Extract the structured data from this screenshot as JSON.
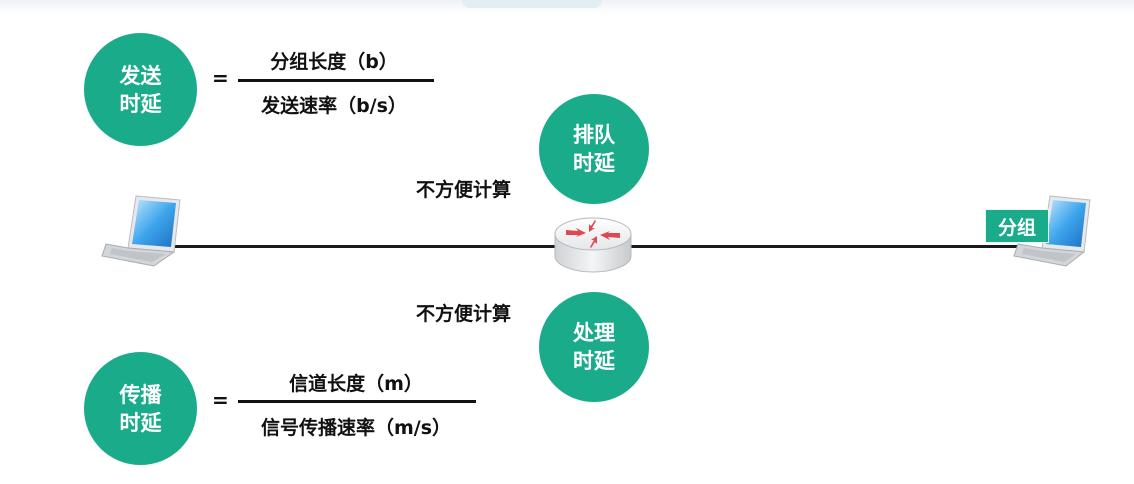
{
  "colors": {
    "accent": "#1aab8a",
    "text": "#111111",
    "arrow": "#e04850"
  },
  "icons": {
    "left_host": "laptop-icon",
    "right_host": "laptop-icon",
    "router": "router-icon"
  },
  "transmission_delay": {
    "label_line1": "发送",
    "label_line2": "时延",
    "equals": "=",
    "numerator": "分组长度（b）",
    "denominator": "发送速率（b/s）"
  },
  "propagation_delay": {
    "label_line1": "传播",
    "label_line2": "时延",
    "equals": "=",
    "numerator": "信道长度（m）",
    "denominator": "信号传播速率（m/s）"
  },
  "queuing_delay": {
    "label_line1": "排队",
    "label_line2": "时延",
    "note": "不方便计算"
  },
  "processing_delay": {
    "label_line1": "处理",
    "label_line2": "时延",
    "note": "不方便计算"
  },
  "packet": {
    "label": "分组"
  }
}
